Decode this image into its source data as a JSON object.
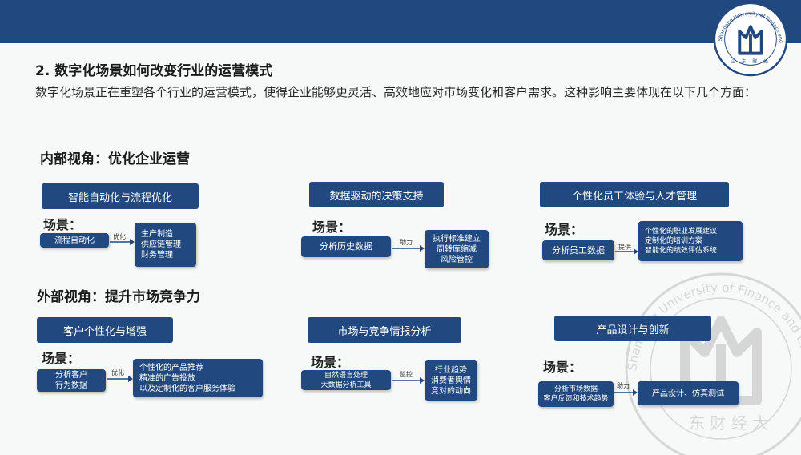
{
  "heading": "2. 数字化场景如何改变行业的运营模式",
  "intro": "数字化场景正在重塑各个行业的运营模式，使得企业能够更灵活、高效地应对市场变化和客户需求。这种影响主要体现在以下几个方面：",
  "scene_label": "场景：",
  "internal": {
    "title": "内部视角：优化企业运营",
    "blocks": [
      {
        "title": "智能自动化与流程优化",
        "source": [
          "流程自动化"
        ],
        "arrow": "优化",
        "targets": [
          "生产制造",
          "供应链管理",
          "财务管理"
        ]
      },
      {
        "title": "数据驱动的决策支持",
        "source": [
          "分析历史数据"
        ],
        "arrow": "助力",
        "targets": [
          "执行标准建立",
          "周转库缩减",
          "风险管控"
        ]
      },
      {
        "title": "个性化员工体验与人才管理",
        "source": [
          "分析员工数据"
        ],
        "arrow": "提供",
        "targets": [
          "个性化的职业发展建议",
          "定制化的培训方案",
          "智能化的绩效评估系统"
        ]
      }
    ]
  },
  "external": {
    "title": "外部视角：提升市场竞争力",
    "blocks": [
      {
        "title": "客户个性化与增强",
        "source": [
          "分析客户",
          "行为数据"
        ],
        "arrow": "优化",
        "targets": [
          "个性化的产品推荐",
          "精准的广告投放",
          "以及定制化的客户服务体验"
        ]
      },
      {
        "title": "市场与竞争情报分析",
        "source": [
          "自然语言处理",
          "大数据分析工具"
        ],
        "arrow": "监控",
        "targets": [
          "行业趋势",
          "消费者舆情",
          "竞对的动向"
        ]
      },
      {
        "title": "产品设计与创新",
        "source": [
          "分析市场数据",
          "客户反馈和技术趋势"
        ],
        "arrow": "助力",
        "targets": [
          "产品设计、仿真测试"
        ]
      }
    ]
  },
  "seal": {
    "arc_text": "Shandong University of Finance and Economics",
    "glyphs": [
      "山",
      "东",
      "财",
      "经",
      "大",
      "学"
    ]
  },
  "watermark": {
    "arc_text": "Shandong University of Finance and Economics",
    "glyphs": [
      "东",
      "财",
      "经",
      "大"
    ]
  },
  "colors": {
    "primary": "#21497f",
    "background": "#f7f8f8"
  }
}
